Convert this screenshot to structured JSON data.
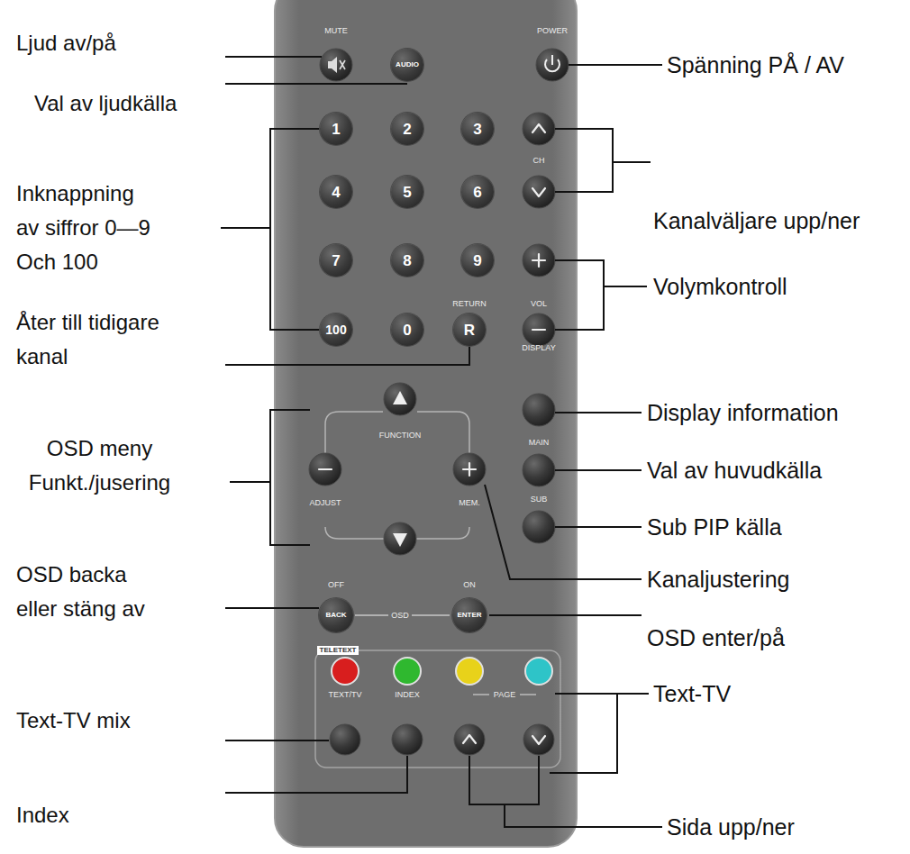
{
  "diagram": {
    "nodes": [
      {
        "text": [
          "AUDIO"
        ]
      },
      {
        "text": [
          "1"
        ]
      },
      {
        "text": [
          "2"
        ]
      },
      {
        "text": [
          "3"
        ]
      },
      {
        "text": [
          "4"
        ]
      },
      {
        "text": [
          "5"
        ]
      },
      {
        "text": [
          "6"
        ]
      },
      {
        "text": [
          "7"
        ]
      },
      {
        "text": [
          "8"
        ]
      },
      {
        "text": [
          "9"
        ]
      },
      {
        "text": [
          "100"
        ]
      },
      {
        "text": [
          "0"
        ]
      },
      {
        "text": [
          "R"
        ]
      },
      {
        "text": [
          "BACK"
        ]
      },
      {
        "text": [
          "ENTER"
        ]
      }
    ],
    "labels": [
      "MUTE",
      "POWER",
      "CH",
      "RETURN",
      "VOL",
      "DISPLAY",
      "FUNCTION",
      "MAIN",
      "ADJUST",
      "MEM.",
      "SUB",
      "OFF",
      "ON",
      "OSD",
      "TELETEXT",
      "TEXT/TV",
      "INDEX",
      "PAGE",
      "Ljud av/på",
      "Val av ljudkälla",
      "Inknappning av siffror 0—9 Och 100",
      "Åter till tidigare kanal",
      "OSD meny Funkt./jusering",
      "OSD backa eller stäng av",
      "Text-TV mix",
      "Index",
      "Spänning PÅ / AV",
      "Kanalväljare upp/ner",
      "Volymkontroll",
      "Display information",
      "Val av huvudkälla",
      "Sub PIP källa",
      "Kanaljustering",
      "OSD enter/på",
      "Text-TV",
      "Sida upp/ner"
    ]
  }
}
